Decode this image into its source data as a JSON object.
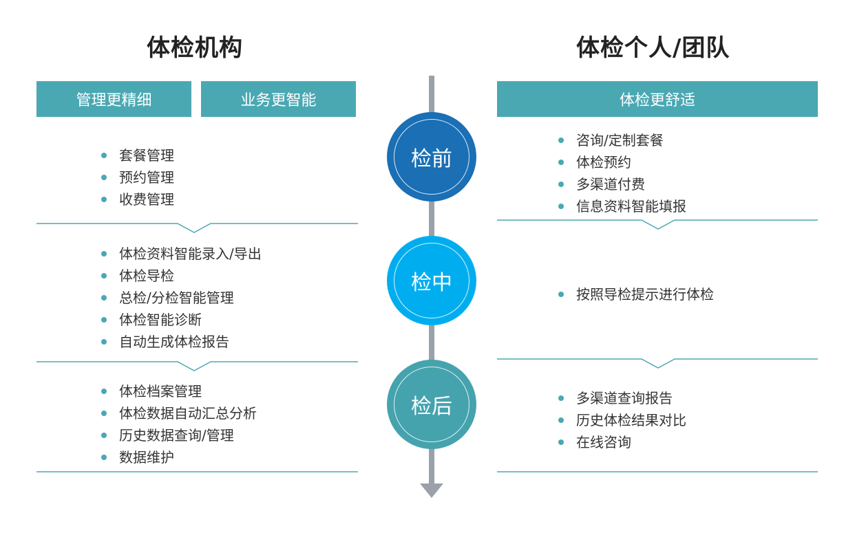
{
  "left": {
    "title": "体检机构",
    "header_buttons": [
      "管理更精细",
      "业务更智能"
    ],
    "sections": [
      [
        "套餐管理",
        "预约管理",
        "收费管理"
      ],
      [
        "体检资料智能录入/导出",
        "体检导检",
        "总检/分检智能管理",
        "体检智能诊断",
        "自动生成体检报告"
      ],
      [
        "体检档案管理",
        "体检数据自动汇总分析",
        "历史数据查询/管理",
        "数据维护"
      ]
    ]
  },
  "right": {
    "title": "体检个人/团队",
    "header_button": "体检更舒适",
    "sections": [
      [
        "咨询/定制套餐",
        "体检预约",
        "多渠道付费",
        "信息资料智能填报"
      ],
      [
        "按照导检提示进行体检"
      ],
      [
        "多渠道查询报告",
        "历史体检结果对比",
        "在线咨询"
      ]
    ]
  },
  "timeline": {
    "stages": [
      "检前",
      "检中",
      "检后"
    ],
    "colors": [
      "#1a6fb5",
      "#00aeef",
      "#45a3ae"
    ]
  },
  "theme": {
    "accent": "#4aa8b3",
    "arrow": "#9aa1a8"
  }
}
